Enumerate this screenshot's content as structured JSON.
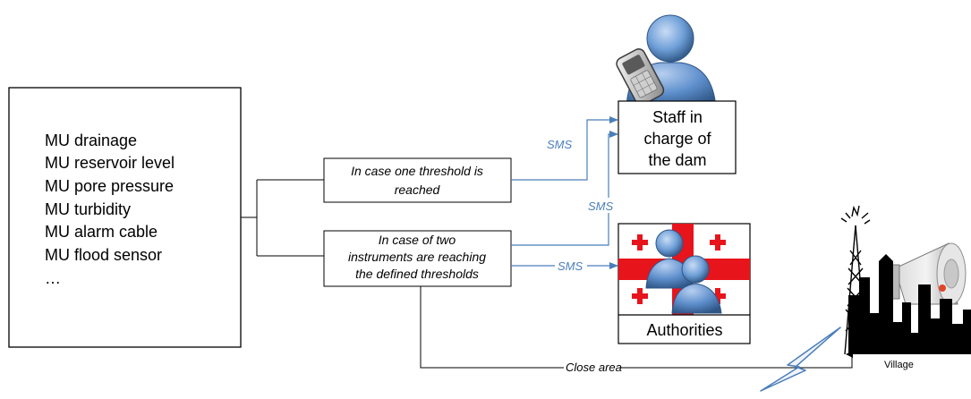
{
  "instrument_list": {
    "items": [
      "MU drainage",
      "MU reservoir level",
      "MU pore pressure",
      "MU turbidity",
      "MU alarm cable",
      "MU flood sensor",
      "…"
    ]
  },
  "conditions": {
    "one_threshold": [
      "In case one threshold is",
      "reached"
    ],
    "two_instruments": [
      "In case of two",
      "instruments are reaching",
      "the defined thresholds"
    ]
  },
  "recipients": {
    "staff": [
      "Staff in",
      "charge of",
      "the dam"
    ],
    "authorities": "Authorities",
    "village": "Village"
  },
  "links": {
    "sms_label": "SMS",
    "close_area_label": "Close area"
  },
  "colors": {
    "sms_arrow": "#4a7ebb",
    "line": "#000000",
    "flag_red": "#e8141c",
    "person_blue": "#6f9fd8",
    "person_dark": "#355d8c"
  }
}
